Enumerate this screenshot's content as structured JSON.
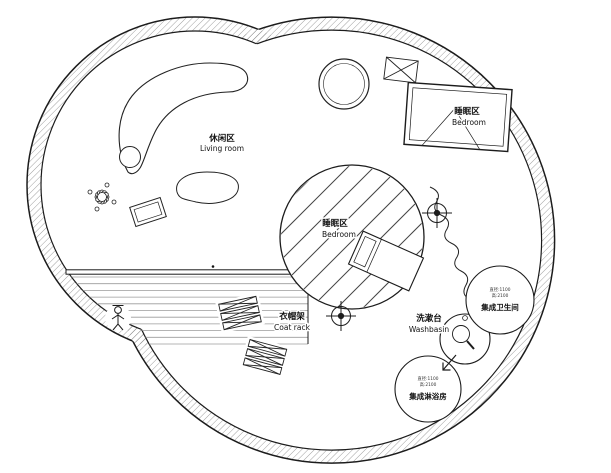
{
  "colors": {
    "line": "#1c1c1c",
    "hatch": "#777777",
    "deck_stripe": "#9b9b9b",
    "text": "#111111",
    "background": "#ffffff"
  },
  "labels": {
    "living": {
      "zh": "休闲区",
      "en": "Living room"
    },
    "bedroom_upper": {
      "zh": "睡眠区",
      "en": "Bedroom"
    },
    "bedroom_center": {
      "zh": "睡眠区",
      "en": "Bedroom"
    },
    "coat_rack": {
      "zh": "衣帽架",
      "en": "Coat rack"
    },
    "washbasin": {
      "zh": "洗漱台",
      "en": "Washbasin"
    },
    "bathroom": {
      "spec1": "直径:1100",
      "spec2": "高:2100",
      "name": "集成卫生间"
    },
    "shower": {
      "spec1": "直径:1100",
      "spec2": "高:2100",
      "name": "集成淋浴房"
    }
  }
}
